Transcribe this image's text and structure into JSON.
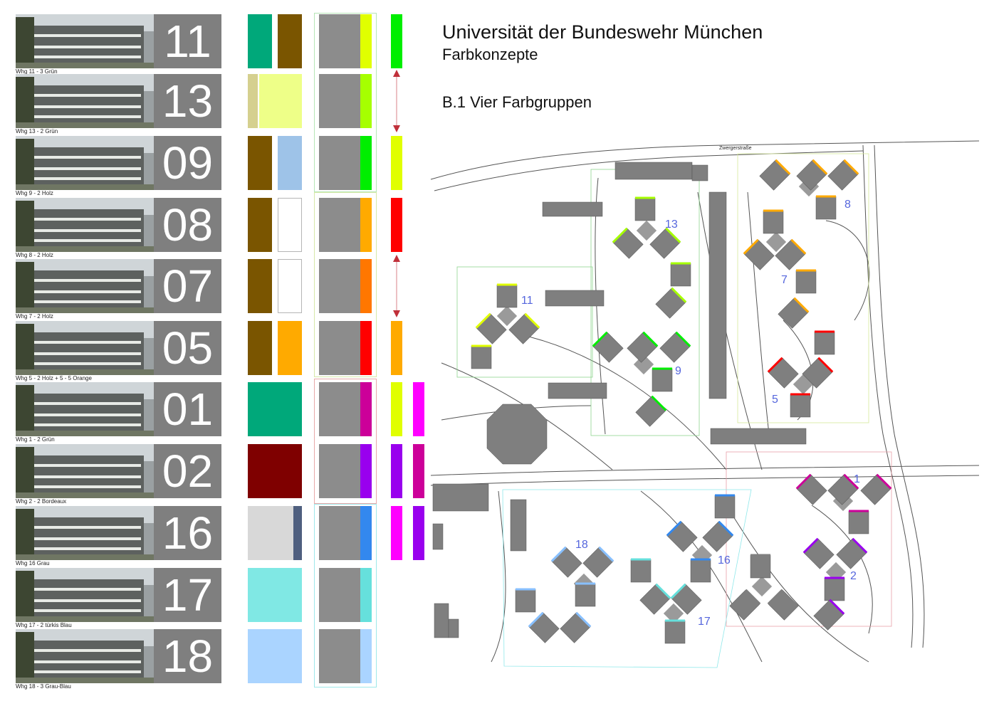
{
  "header": {
    "title": "Universität der Bundeswehr München",
    "subtitle": "Farbkonzepte",
    "section": "B.1 Vier Farbgruppen"
  },
  "rows": [
    {
      "num": "11",
      "caption": "Whg 11 - 3 Grün",
      "swatches": [
        "#00a87a",
        "#7a5500"
      ],
      "band": "#e0ff00",
      "groups": [
        "#00ee00"
      ]
    },
    {
      "num": "13",
      "caption": "Whg 13 - 2 Grün",
      "swatches": [
        "#d5d08f",
        "#eeff88"
      ],
      "band": "#a6ff00",
      "groups": []
    },
    {
      "num": "09",
      "caption": "Whg 9 - 2 Holz",
      "swatches": [
        "#7a5500",
        "#9ec3e8"
      ],
      "band": "#00ee00",
      "groups": [
        "#e0ff00"
      ]
    },
    {
      "num": "08",
      "caption": "Whg 8 - 2 Holz",
      "swatches": [
        "#7a5500",
        "#ffffff"
      ],
      "band": "#ffaa00",
      "groups": [
        "#ff0000"
      ]
    },
    {
      "num": "07",
      "caption": "Whg 7 - 2 Holz",
      "swatches": [
        "#7a5500",
        "#ffffff"
      ],
      "band": "#ff7700",
      "groups": []
    },
    {
      "num": "05",
      "caption": "Whg 5 - 2 Holz + 5 - 5 Orange",
      "swatches": [
        "#7a5500",
        "#ffaa00"
      ],
      "band": "#ff0000",
      "groups": [
        "#ffaa00"
      ]
    },
    {
      "num": "01",
      "caption": "Whg 1 - 2 Grün",
      "swatches": [
        "#00a87a"
      ],
      "band": "#cc0099",
      "groups": [
        "#e0ff00",
        "#ff00ff"
      ]
    },
    {
      "num": "02",
      "caption": "Whg 2 - 2 Bordeaux",
      "swatches": [
        "#7f0000"
      ],
      "band": "#9900ee",
      "groups": [
        "#9900ee",
        "#cc0099"
      ]
    },
    {
      "num": "16",
      "caption": "Whg 16 Grau",
      "swatches": [
        "#d8d8d8"
      ],
      "band": "#3388ee",
      "groups": [
        "#ff00ff",
        "#9900ee"
      ]
    },
    {
      "num": "17",
      "caption": "Whg 17 - 2 türkis Blau",
      "swatches": [
        "#80e8e4"
      ],
      "band": "#66e0dc",
      "groups": []
    },
    {
      "num": "18",
      "caption": "Whg 18 - 3 Grau-Blau",
      "swatches": [
        "#aad4ff"
      ],
      "band": "#aad4ff",
      "groups": []
    }
  ],
  "map": {
    "street": "Zwergerstraße",
    "labels": [
      "13",
      "8",
      "7",
      "11",
      "9",
      "5",
      "1",
      "2",
      "18",
      "16",
      "17"
    ]
  }
}
